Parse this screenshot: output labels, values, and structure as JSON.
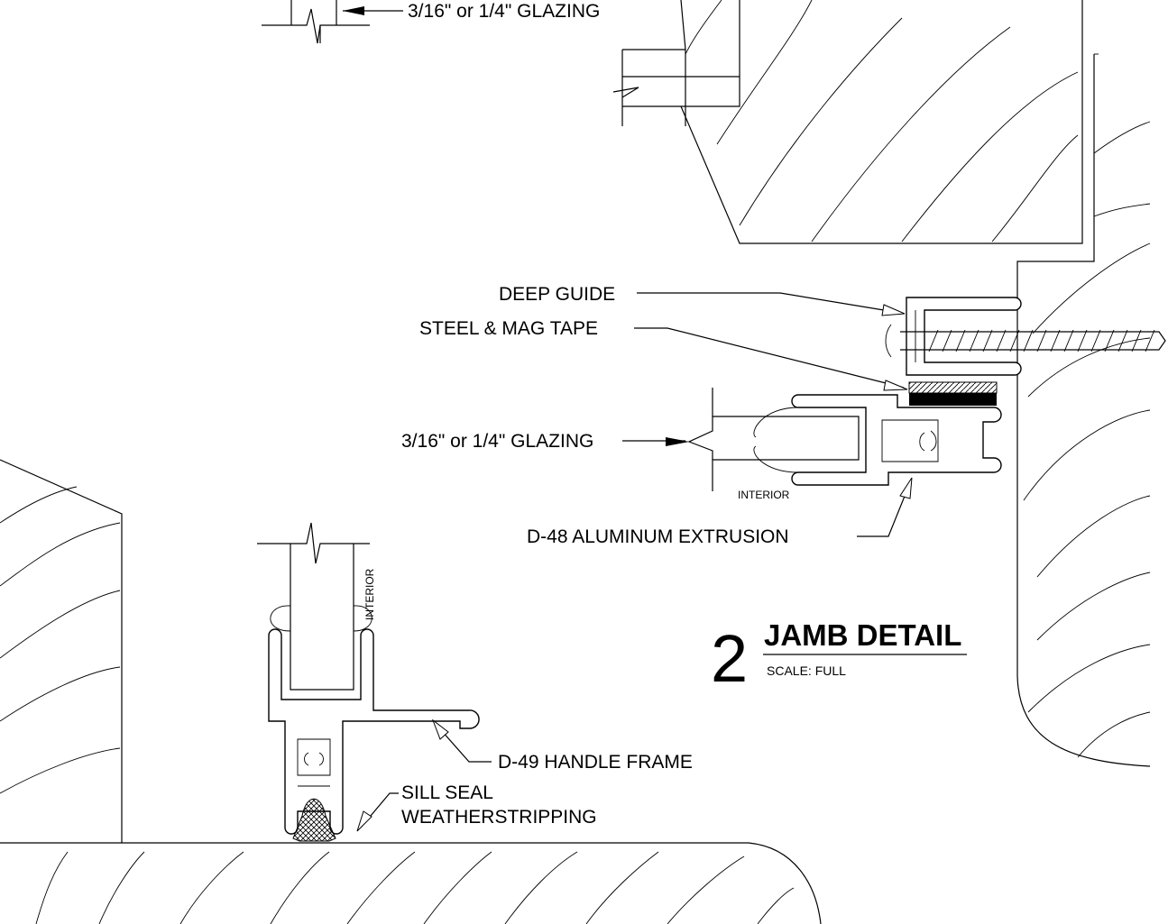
{
  "labels": {
    "top_glazing": "3/16\" or 1/4\" GLAZING",
    "deep_guide": "DEEP GUIDE",
    "steel_mag_tape": "STEEL & MAG TAPE",
    "mid_glazing": "3/16\" or 1/4\" GLAZING",
    "interior_right": "INTERIOR",
    "extrusion": "D-48  ALUMINUM EXTRUSION",
    "interior_left": "INTERIOR",
    "handle_frame": "D-49 HANDLE FRAME",
    "sill_seal_1": "SILL SEAL",
    "sill_seal_2": "WEATHERSTRIPPING"
  },
  "title_block": {
    "number": "2",
    "title": "JAMB DETAIL",
    "scale": "SCALE:  FULL"
  }
}
